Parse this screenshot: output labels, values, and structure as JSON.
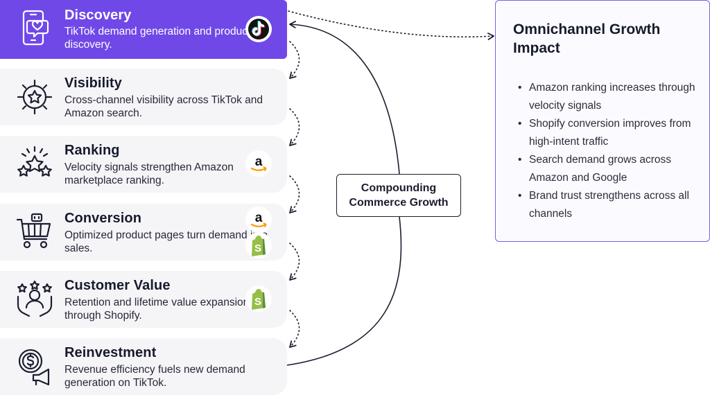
{
  "stages": [
    {
      "title": "Discovery",
      "desc": "TikTok demand generation and product discovery.",
      "icon": "phone-heart-icon",
      "logos": [
        "tiktok-logo-icon"
      ]
    },
    {
      "title": "Visibility",
      "desc": "Cross-channel visibility across TikTok and Amazon search.",
      "icon": "target-star-icon",
      "logos": []
    },
    {
      "title": "Ranking",
      "desc": "Velocity signals strengthen Amazon marketplace ranking.",
      "icon": "three-stars-icon",
      "logos": [
        "amazon-logo-icon"
      ]
    },
    {
      "title": "Conversion",
      "desc": "Optimized product pages turn demand into sales.",
      "icon": "shopping-cart-icon",
      "logos": [
        "amazon-logo-icon",
        "shopify-logo-icon"
      ]
    },
    {
      "title": "Customer Value",
      "desc": "Retention and lifetime value expansion through Shopify.",
      "icon": "customer-stars-icon",
      "logos": [
        "shopify-logo-icon"
      ]
    },
    {
      "title": "Reinvestment",
      "desc": "Revenue efficiency fuels new demand generation on TikTok.",
      "icon": "dollar-megaphone-icon",
      "logos": []
    }
  ],
  "center": {
    "line1": "Compounding",
    "line2": "Commerce Growth"
  },
  "impact": {
    "title_line1": "Omnichannel Growth",
    "title_line2": "Impact",
    "bullets": [
      "Amazon ranking increases through velocity signals",
      "Shopify conversion improves from high-intent traffic",
      "Search demand grows across Amazon and Google",
      "Brand trust strengthens across all channels"
    ]
  },
  "colors": {
    "accent": "#7048e8",
    "card_bg": "#f5f5f8",
    "text": "#1b1d2e",
    "amazon_orange": "#ff9900",
    "shopify_green": "#95bf47"
  }
}
